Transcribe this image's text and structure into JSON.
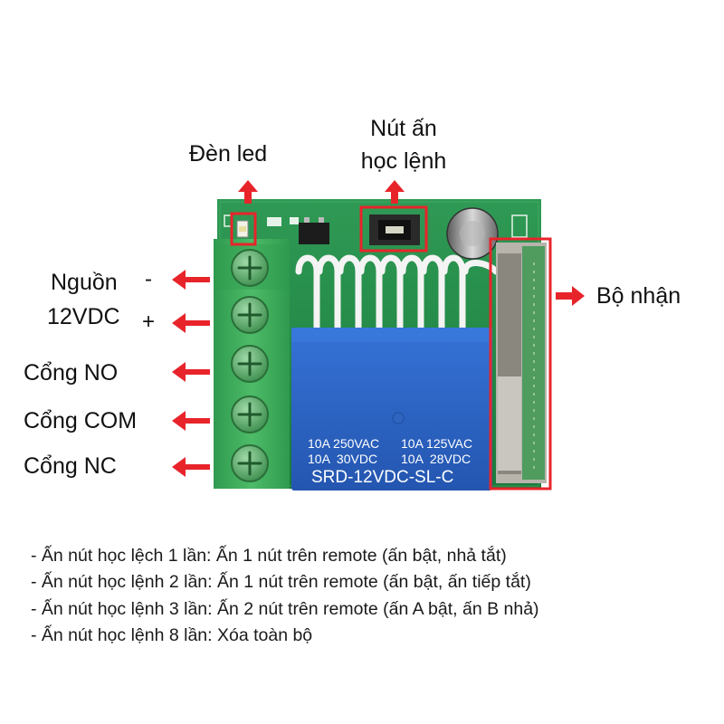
{
  "labels": {
    "led": "Đèn led",
    "learn_button_line1": "Nút ấn",
    "learn_button_line2": "học lệnh",
    "receiver": "Bộ nhận",
    "power_line1": "Nguồn",
    "power_line2": "12VDC",
    "minus": "-",
    "plus": "+",
    "port_no": "Cổng NO",
    "port_com": "Cổng COM",
    "port_nc": "Cổng NC"
  },
  "relay": {
    "rating_row1_left": "10A 250VAC",
    "rating_row1_right": "10A 125VAC",
    "rating_row2_left": "10A  30VDC",
    "rating_row2_right": "10A  28VDC",
    "model": "SRD-12VDC-SL-C"
  },
  "notes": [
    "- Ấn nút học lệch 1 lần: Ấn 1 nút trên remote (ấn bật, nhả tắt)",
    "- Ấn nút học lệnh 2 lần: Ấn 1 nút trên remote (ấn bật, ấn tiếp tắt)",
    "- Ấn nút học lệnh 3 lần: Ấn 2 nút trên remote (ấn A bật, ấn B nhả)",
    "- Ấn nút học lệnh 8 lần: Xóa toàn bộ"
  ],
  "colors": {
    "arrow": "#e8242b",
    "highlight": "#e8242b",
    "pcb": "#1f8a45",
    "terminal": "#3fae5c",
    "relay": "#2a63c8"
  }
}
